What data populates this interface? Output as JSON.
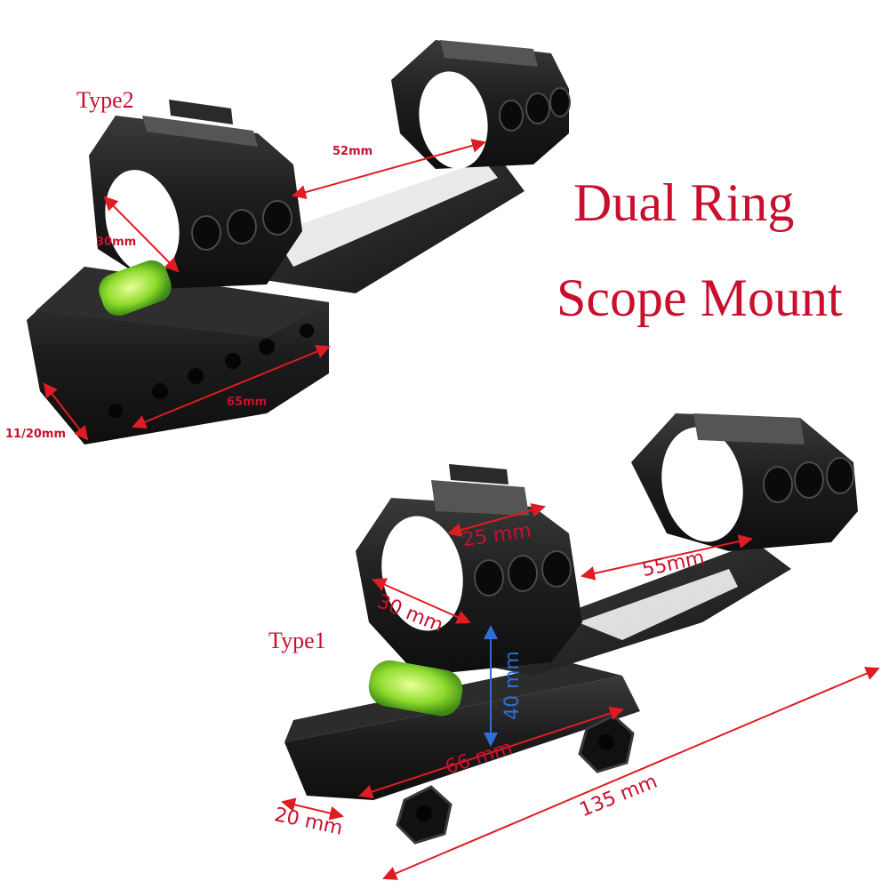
{
  "title": {
    "line1": "Dual Ring",
    "line2": "Scope Mount"
  },
  "type2": {
    "label": "Type2",
    "dimensions": {
      "ring_gap": "52mm",
      "ring_diameter": "30mm",
      "base_length": "65mm",
      "rail_width": "11/20mm"
    }
  },
  "type1": {
    "label": "Type1",
    "dimensions": {
      "ring_width": "25 mm",
      "ring_gap": "55mm",
      "ring_diameter": "30 mm",
      "height": "40 mm",
      "base_length": "66 mm",
      "total_length": "135 mm",
      "rail_width": "20 mm"
    }
  },
  "colors": {
    "annotation": "#c8102e",
    "height_arrow": "#2d6fd6",
    "mount_body": "#1b1b1b",
    "bubble_level": "#9be33a"
  }
}
